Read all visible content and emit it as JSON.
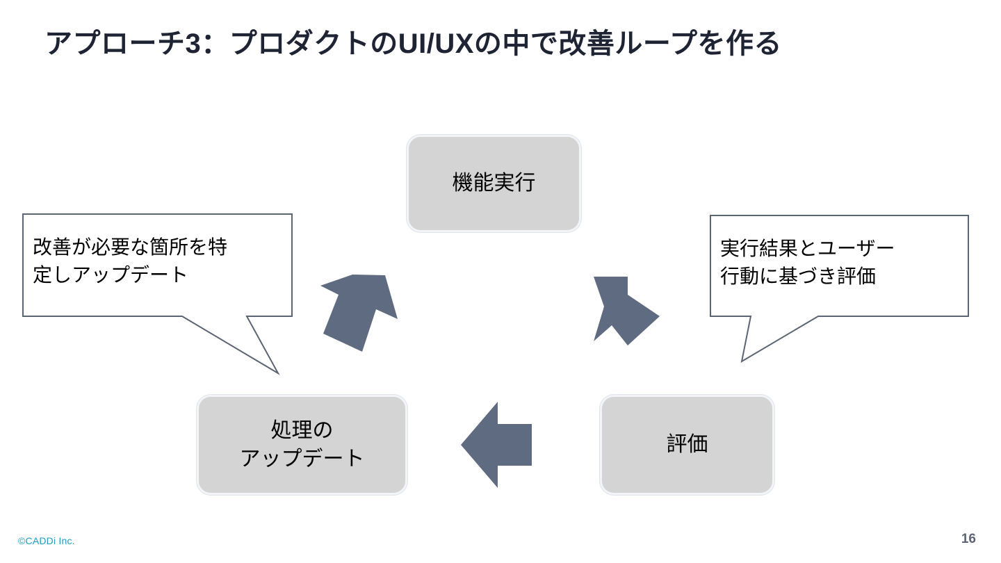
{
  "slide": {
    "title": "アプローチ3：プロダクトのUI/UXの中で改善ループを作る",
    "page_number": "16",
    "copyright": "©CADDi Inc."
  },
  "colors": {
    "title": "#1e2433",
    "box_fill": "#d4d4d4",
    "box_border": "#f2f4f8",
    "arrow": "#5f6b80",
    "callout_border": "#5a6472",
    "callout_fill": "#ffffff",
    "copyright": "#1e9bc4",
    "page_number": "#5b6577",
    "background": "#ffffff"
  },
  "diagram": {
    "type": "cycle",
    "nodes": [
      {
        "id": "exec",
        "label": "機能実行",
        "position": "top"
      },
      {
        "id": "eval",
        "label": "評価",
        "position": "bottom-right"
      },
      {
        "id": "update",
        "label": "処理の\nアップデート",
        "position": "bottom-left",
        "label_line1": "処理の",
        "label_line2": "アップデート"
      }
    ],
    "arrows": [
      {
        "id": "exec-to-eval",
        "from": "exec",
        "to": "eval",
        "direction": "down-right"
      },
      {
        "id": "eval-to-update",
        "from": "eval",
        "to": "update",
        "direction": "left"
      },
      {
        "id": "update-to-exec",
        "from": "update",
        "to": "exec",
        "direction": "up-right"
      }
    ],
    "callouts": [
      {
        "id": "callout-left",
        "text": "改善が必要な箇所を特定しアップデート",
        "line1": "改善が必要な箇所を特",
        "line2": "定しアップデート",
        "points_to": "update-to-exec"
      },
      {
        "id": "callout-right",
        "text": "実行結果とユーザー行動に基づき評価",
        "line1": "実行結果とユーザー",
        "line2": "行動に基づき評価",
        "points_to": "exec-to-eval"
      }
    ]
  }
}
